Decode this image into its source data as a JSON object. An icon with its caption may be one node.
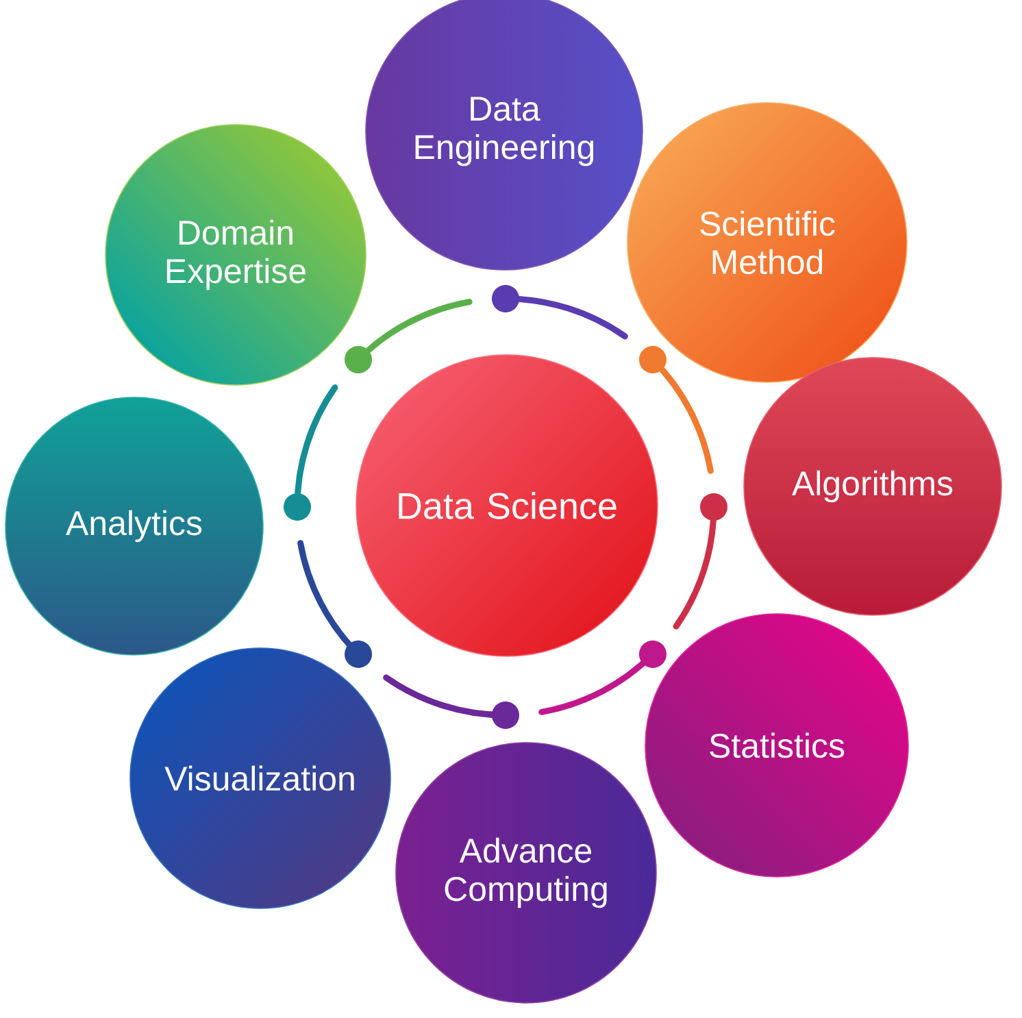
{
  "diagram": {
    "nodes": [
      {
        "text": [
          "Data Science"
        ]
      },
      {
        "text": [
          "Data Engineering"
        ]
      },
      {
        "text": [
          "Scientific Method"
        ]
      },
      {
        "text": [
          "Algorithms"
        ]
      },
      {
        "text": [
          "Statistics"
        ]
      },
      {
        "text": [
          "Advance Computing"
        ]
      },
      {
        "text": [
          "Visualization"
        ]
      },
      {
        "text": [
          "Analytics"
        ]
      },
      {
        "text": [
          "Domain Expertise"
        ]
      }
    ]
  }
}
